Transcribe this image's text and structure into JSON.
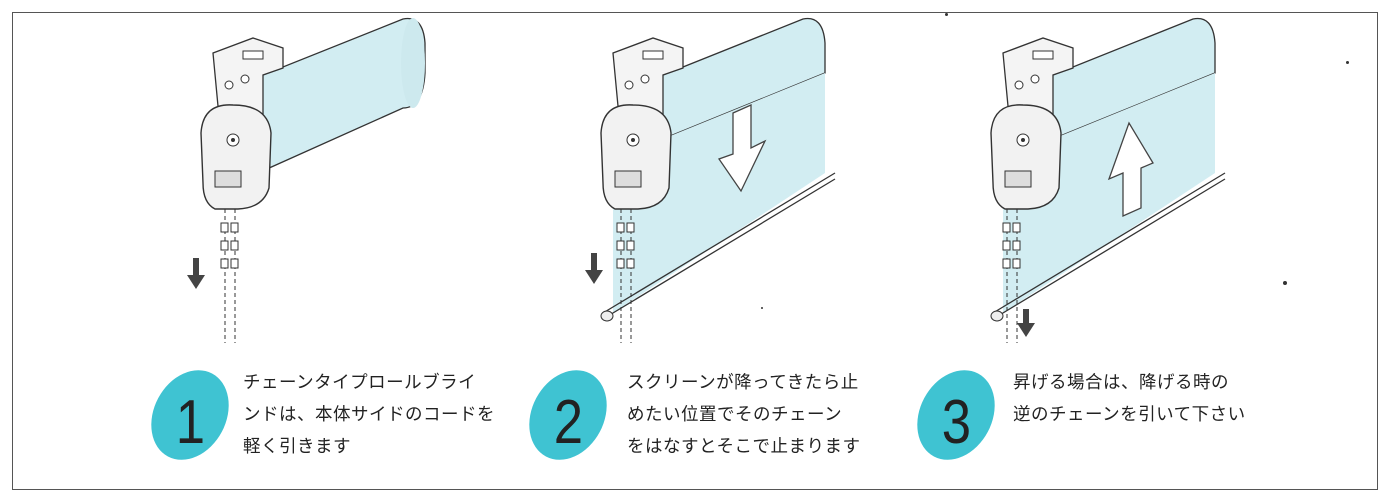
{
  "colors": {
    "accent": "#3fc3d2",
    "screen_fill": "#d2edf2",
    "arrow": "#444444",
    "line": "#333333"
  },
  "steps": [
    {
      "number": "1",
      "text": "チェーンタイプロールブライ\nンドは、本体サイドのコードを\n軽く引きます"
    },
    {
      "number": "2",
      "text": "スクリーンが降ってきたら止\nめたい位置でそのチェーン\nをはなすとそこで止まります"
    },
    {
      "number": "3",
      "text": "昇げる場合は、降げる時の\n逆のチェーンを引いて下さい"
    }
  ],
  "illustrations": [
    {
      "screen_state": "rolled-up",
      "pull_arrow": "down",
      "big_arrow": "none"
    },
    {
      "screen_state": "lowered",
      "pull_arrow": "down",
      "big_arrow": "down"
    },
    {
      "screen_state": "lowered",
      "pull_arrow": "down",
      "big_arrow": "up"
    }
  ]
}
